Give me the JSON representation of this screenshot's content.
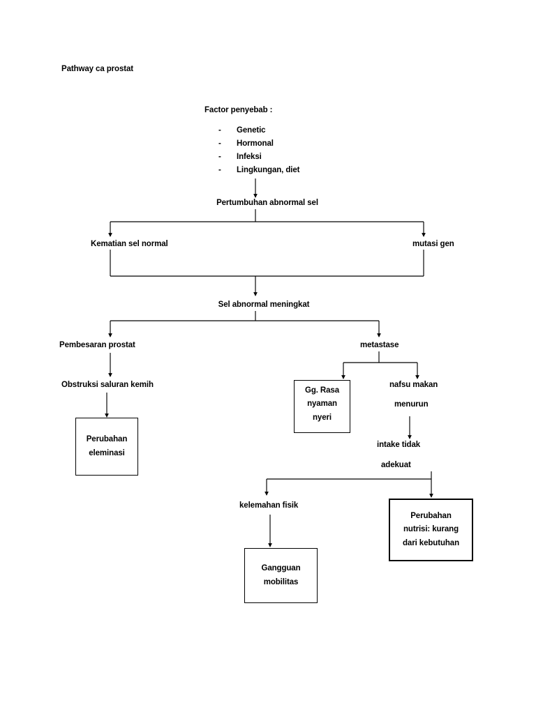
{
  "document": {
    "title": "Pathway ca prostat"
  },
  "factors": {
    "heading": "Factor penyebab :",
    "bullet": "-",
    "items": [
      "Genetic",
      "Hormonal",
      "Infeksi",
      "Lingkungan, diet"
    ]
  },
  "nodes": {
    "pertumbuhan": "Pertumbuhan abnormal sel",
    "kematian": "Kematian sel normal",
    "mutasi": "mutasi gen",
    "sel_abnormal": "Sel abnormal meningkat",
    "pembesaran": "Pembesaran prostat",
    "metastase": "metastase",
    "obstruksi": "Obstruksi saluran kemih",
    "nafsu_makan": "nafsu makan",
    "menurun": "menurun",
    "intake_tidak": "intake tidak",
    "adekuat": "adekuat",
    "kelemahan": "kelemahan fisik"
  },
  "boxes": {
    "perubahan_eleminasi": {
      "line1": "Perubahan",
      "line2": "eleminasi"
    },
    "gg_rasa": {
      "line1": "Gg. Rasa",
      "line2": "nyaman",
      "line3": "nyeri"
    },
    "gangguan_mobilitas": {
      "line1": "Gangguan",
      "line2": "mobilitas"
    },
    "perubahan_nutrisi": {
      "line1": "Perubahan",
      "line2": "nutrisi: kurang",
      "line3": "dari kebutuhan"
    }
  },
  "style": {
    "line_color": "#000000",
    "background": "#ffffff",
    "text_color": "#000000"
  }
}
